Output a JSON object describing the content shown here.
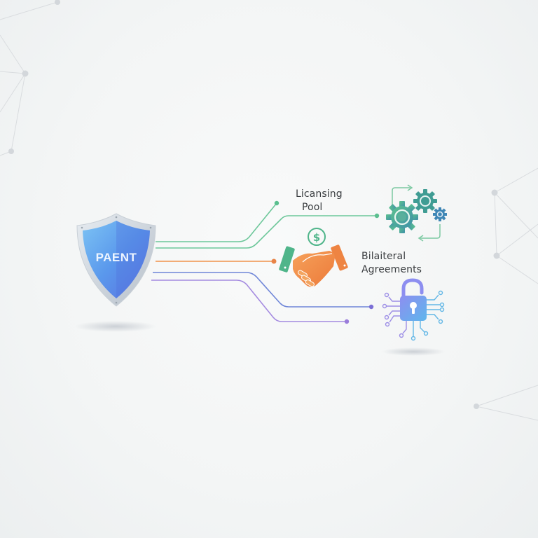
{
  "diagram": {
    "source_node": {
      "label": "PAENT",
      "icon": "shield-icon"
    },
    "targets": [
      {
        "id": "licensing-pool",
        "label_line1": "Licansing",
        "label_line2": "Pool",
        "icon": "gears-icon",
        "color": "#5bbf8f"
      },
      {
        "id": "bilateral-agreements",
        "label_line1": "Bilaiteral",
        "label_line2": "Agreements",
        "icon": "handshake-dollar-icon",
        "color": "#f08a3e"
      },
      {
        "id": "open-licensing",
        "icon": "unlocked-padlock-circuit-icon",
        "color": "#8a7be0"
      }
    ],
    "connector_colors": {
      "green": "#6cc79a",
      "orange": "#f0924a",
      "blue": "#6f86d8",
      "purple": "#a48ae0"
    },
    "decoration": "network-nodes-background"
  }
}
